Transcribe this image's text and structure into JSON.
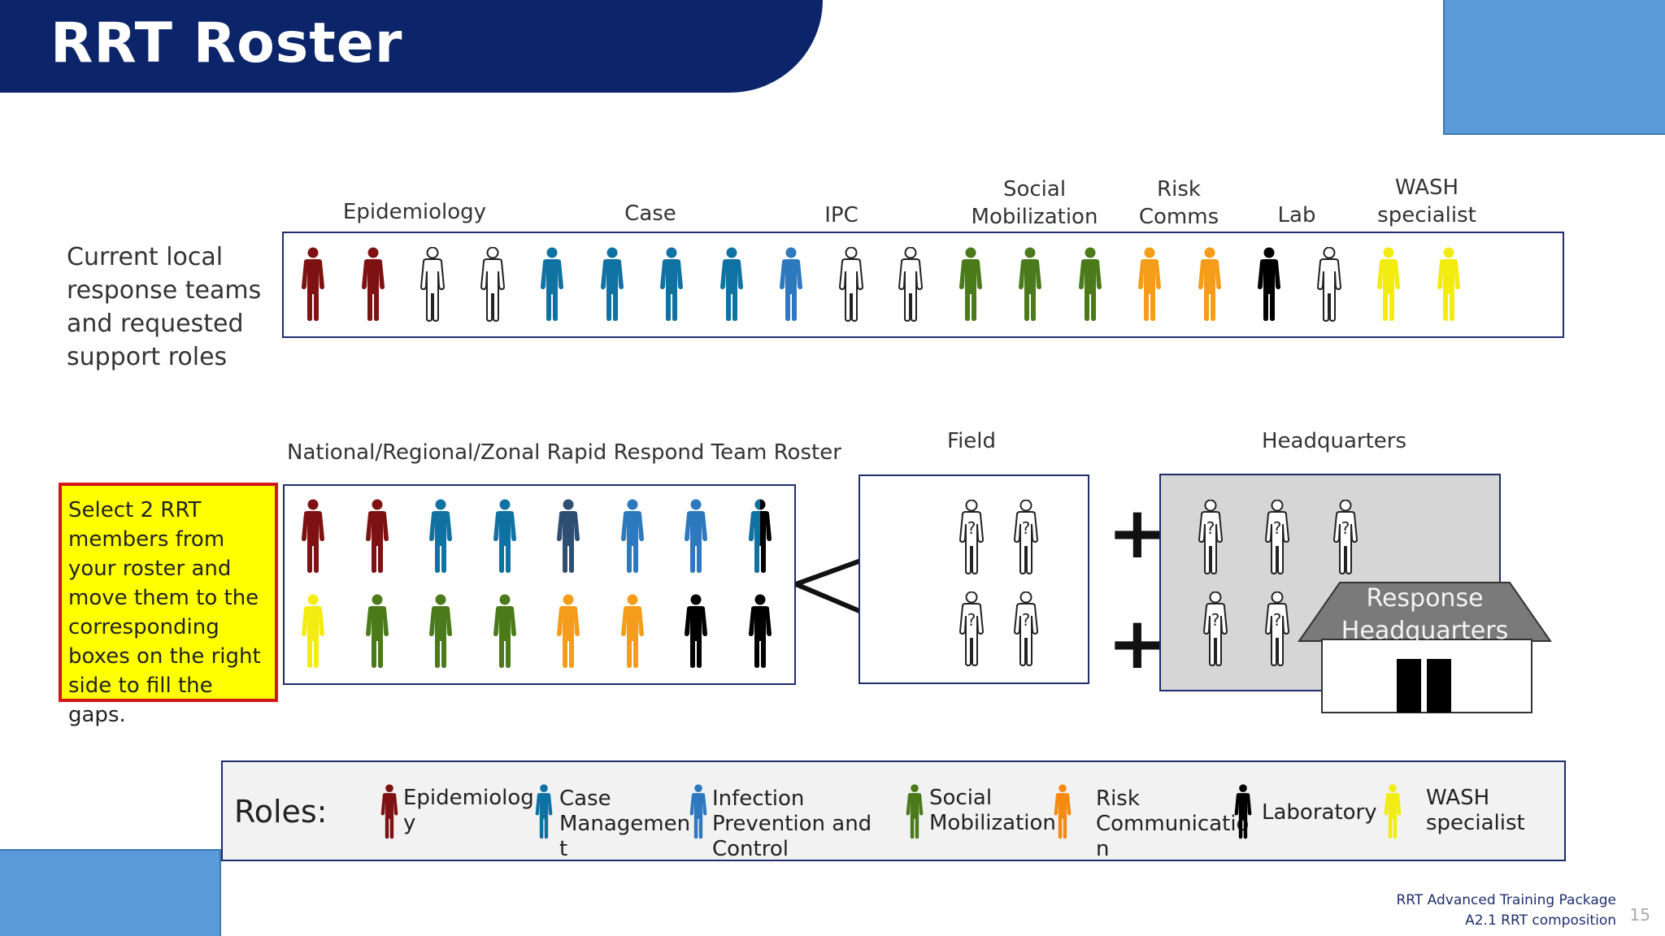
{
  "title": "RRT Roster",
  "categories": [
    {
      "label": "Epidemiology"
    },
    {
      "label": "Case Management"
    },
    {
      "label": "IPC"
    },
    {
      "label": "Social\nMobilization"
    },
    {
      "label": "Risk\nComms"
    },
    {
      "label": "Lab"
    },
    {
      "label": "WASH\nspecialist"
    }
  ],
  "current_label": "Current local response teams and requested support roles",
  "current_team": [
    "#7e1212",
    "#7e1212",
    "outline",
    "outline",
    "#0f72a3",
    "#0f72a3",
    "#0f72a3",
    "#0f72a3",
    "#2d78be",
    "outline",
    "outline",
    "#4b7a1a",
    "#4b7a1a",
    "#4b7a1a",
    "#f59c1a",
    "#f59c1a",
    "#000000",
    "outline",
    "#f3ec10",
    "#f3ec10"
  ],
  "roster_label": "National/Regional/Zonal Rapid Respond Team Roster",
  "roster_row1": [
    "#7e1212",
    "#7e1212",
    "#0f72a3",
    "#0f72a3",
    "#2f4f72",
    "#2d78be",
    "#2d78be",
    "split"
  ],
  "roster_row2": [
    "#f3ec10",
    "#4b7a1a",
    "#4b7a1a",
    "#4b7a1a",
    "#f59c1a",
    "#f59c1a",
    "#000000",
    "#000000"
  ],
  "instruction": "Select 2 RRT members from your roster and move them to the corresponding boxes on the right side to fill the gaps.",
  "field_label": "Field",
  "hq_label": "Headquarters",
  "hq_building": "Response Headquarters",
  "plus_symbol": "+",
  "roles_title": "Roles:",
  "roles": [
    {
      "label": "Epidemiolog\ny",
      "color": "#7e1212"
    },
    {
      "label": "Case\nManagemen\nt",
      "color": "#0f72a3"
    },
    {
      "label": "Infection\nPrevention and\nControl",
      "color": "#2d78be"
    },
    {
      "label": "Social\nMobilization",
      "color": "#4b7a1a"
    },
    {
      "label": "Risk\nCommunicatio\nn",
      "color": "#f58a10"
    },
    {
      "label": "Laboratory",
      "color": "#000000"
    },
    {
      "label": "WASH\nspecialist",
      "color": "#f3ec10"
    }
  ],
  "footer": {
    "line1": "RRT Advanced Training Package",
    "line2": "A2.1 RRT composition",
    "page": "15"
  },
  "colors": {
    "title_bar": "#0c2469",
    "accent_blue": "#5a9ad8",
    "highlight": "#ffff00",
    "highlight_border": "#d0161b"
  }
}
